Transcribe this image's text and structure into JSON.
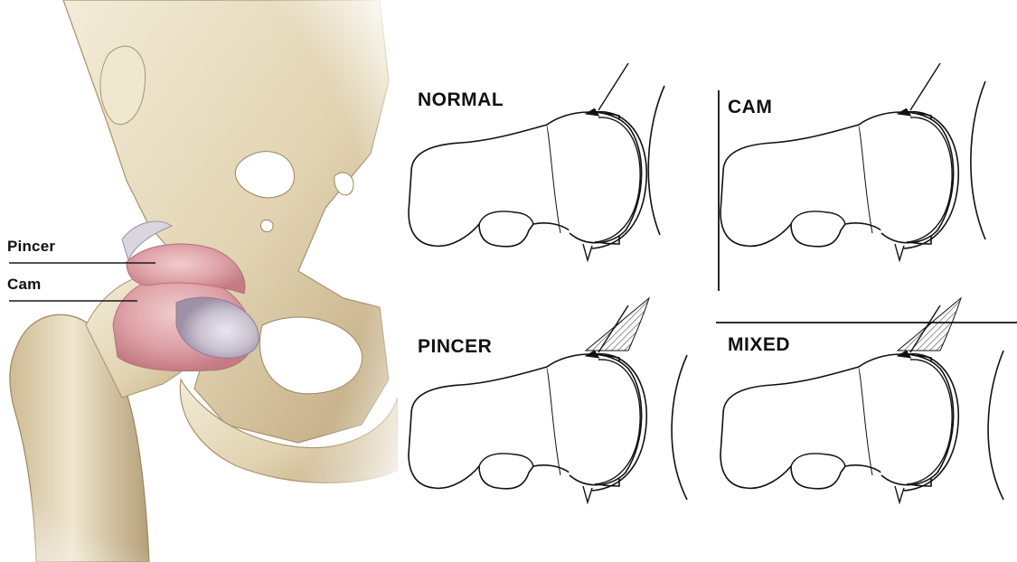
{
  "anatomy": {
    "callouts": {
      "pincer": "Pincer",
      "cam": "Cam"
    }
  },
  "panels": {
    "normal": "NORMAL",
    "cam": "CAM",
    "pincer": "PINCER",
    "mixed": "MIXED"
  },
  "colors": {
    "bone": "#e6dcc2",
    "bone_shadow": "#b9a57e",
    "lesion": "#e6b3b6",
    "lesion_dark": "#c97e86",
    "line": "#1a1a1a"
  }
}
